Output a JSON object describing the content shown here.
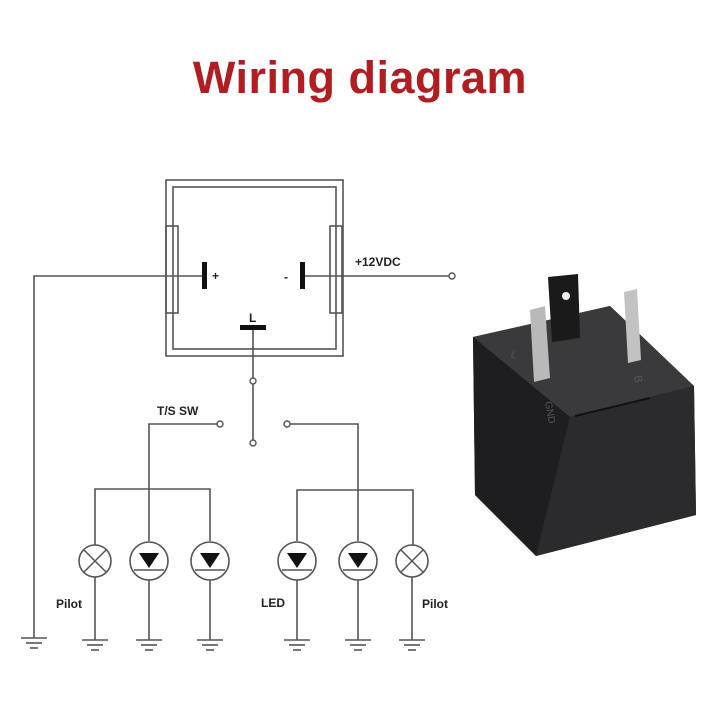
{
  "title": "Wiring diagram",
  "diagram": {
    "terminal_plus": "+",
    "terminal_minus": "-",
    "terminal_load": "L",
    "supply_label": "+12VDC",
    "switch_label": "T/S SW",
    "left_pilot_label": "Pilot",
    "led_label": "LED",
    "right_pilot_label": "Pilot"
  },
  "product": {
    "pin_labels": [
      "L",
      "GND",
      "B"
    ]
  },
  "colors": {
    "title": "#b01e22",
    "relay_body": "#2a2a2c"
  }
}
